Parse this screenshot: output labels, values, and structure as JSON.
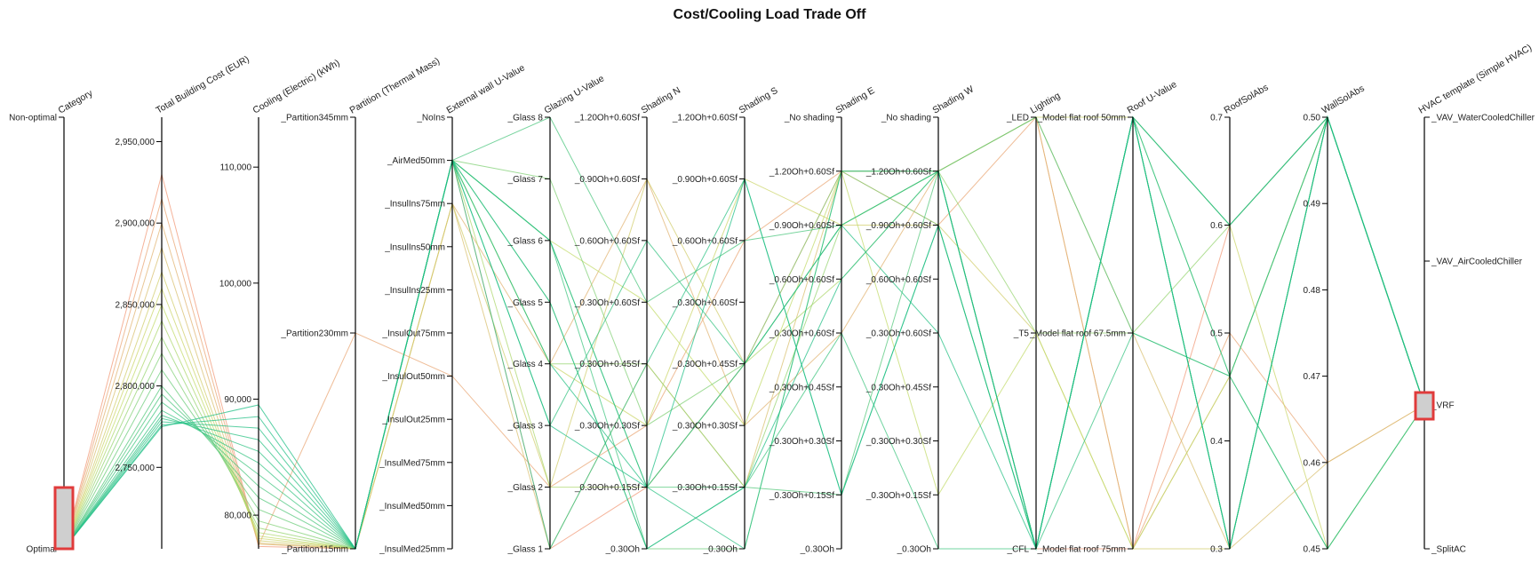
{
  "chart_data": {
    "type": "parallel-coordinates",
    "title": "Cost/Cooling Load Trade Off",
    "axes": [
      {
        "label": "Category",
        "kind": "categorical",
        "ticks": [
          "Non-optimal",
          "Optimal"
        ],
        "ticks_top_first": true
      },
      {
        "label": "Total Building Cost (EUR)",
        "kind": "numeric",
        "ylim": [
          2700000,
          2965000
        ],
        "ticks": [
          2750000,
          2800000,
          2850000,
          2900000,
          2950000
        ],
        "tick_labels": [
          "2,750,000",
          "2,800,000",
          "2,850,000",
          "2,900,000",
          "2,950,000"
        ]
      },
      {
        "label": "Cooling (Electric) (kWh)",
        "kind": "numeric",
        "ylim": [
          77100,
          114300
        ],
        "ticks": [
          80000,
          90000,
          100000,
          110000
        ],
        "tick_labels": [
          "80,000",
          "90,000",
          "100,000",
          "110,000"
        ]
      },
      {
        "label": "Partition (Thermal Mass)",
        "kind": "categorical",
        "ticks": [
          "_Partition345mm",
          "_Partition230mm",
          "_Partition115mm"
        ]
      },
      {
        "label": "External wall U-Value",
        "kind": "categorical",
        "ticks": [
          "_NoIns",
          "_AirMed50mm",
          "_InsulIns75mm",
          "_InsulIns50mm",
          "_InsulIns25mm",
          "_InsulOut75mm",
          "_InsulOut50mm",
          "_InsulOut25mm",
          "_InsulMed75mm",
          "_InsulMed50mm",
          "_InsulMed25mm"
        ]
      },
      {
        "label": "Glazing U-Value",
        "kind": "categorical",
        "ticks": [
          "_Glass 8",
          "_Glass 7",
          "_Glass 6",
          "_Glass 5",
          "_Glass 4",
          "_Glass 3",
          "_Glass 2",
          "_Glass 1"
        ]
      },
      {
        "label": "Shading N",
        "kind": "categorical",
        "ticks": [
          "_1.20Oh+0.60Sf",
          "_0.90Oh+0.60Sf",
          "_0.60Oh+0.60Sf",
          "_0.30Oh+0.60Sf",
          "_0.30Oh+0.45Sf",
          "_0.30Oh+0.30Sf",
          "_0.30Oh+0.15Sf",
          "_0.30Oh"
        ]
      },
      {
        "label": "Shading S",
        "kind": "categorical",
        "ticks": [
          "_1.20Oh+0.60Sf",
          "_0.90Oh+0.60Sf",
          "_0.60Oh+0.60Sf",
          "_0.30Oh+0.60Sf",
          "_0.30Oh+0.45Sf",
          "_0.30Oh+0.30Sf",
          "_0.30Oh+0.15Sf",
          "_0.30Oh"
        ]
      },
      {
        "label": "Shading E",
        "kind": "categorical",
        "ticks": [
          "_No shading",
          "_1.20Oh+0.60Sf",
          "_0.90Oh+0.60Sf",
          "_0.60Oh+0.60Sf",
          "_0.30Oh+0.60Sf",
          "_0.30Oh+0.45Sf",
          "_0.30Oh+0.30Sf",
          "_0.30Oh+0.15Sf",
          "_0.30Oh"
        ]
      },
      {
        "label": "Shading W",
        "kind": "categorical",
        "ticks": [
          "_No shading",
          "_1.20Oh+0.60Sf",
          "_0.90Oh+0.60Sf",
          "_0.60Oh+0.60Sf",
          "_0.30Oh+0.60Sf",
          "_0.30Oh+0.45Sf",
          "_0.30Oh+0.30Sf",
          "_0.30Oh+0.15Sf",
          "_0.30Oh"
        ]
      },
      {
        "label": "Lighting",
        "kind": "categorical",
        "ticks": [
          "_LED",
          "_T5",
          "_CFL"
        ]
      },
      {
        "label": "Roof U-Value",
        "kind": "categorical",
        "ticks": [
          "_Model flat roof 50mm",
          "_Model flat roof 67.5mm",
          "_Model flat roof 75mm"
        ]
      },
      {
        "label": "RoofSolAbs",
        "kind": "numeric",
        "ylim": [
          0.3,
          0.7
        ],
        "top_value": 0.7,
        "ticks": [
          0.3,
          0.4,
          0.5,
          0.6,
          0.7
        ],
        "tick_labels": [
          "0.3",
          "0.4",
          "0.5",
          "0.6",
          "0.7"
        ]
      },
      {
        "label": "WallSolAbs",
        "kind": "numeric",
        "ylim": [
          0.45,
          0.5
        ],
        "ticks": [
          0.45,
          0.46,
          0.47,
          0.48,
          0.49,
          0.5
        ],
        "tick_labels": [
          "0.45",
          "0.46",
          "0.47",
          "0.48",
          "0.49",
          "0.50"
        ]
      },
      {
        "label": "HVAC template (Simple HVAC)",
        "kind": "categorical",
        "ticks": [
          "_VAV_WaterCooledChiller",
          "_VAV_AirCooledChiller",
          "_VRF",
          "_SplitAC"
        ]
      }
    ],
    "brushes": [
      {
        "axis": "Category",
        "range": [
          "Optimal",
          "Optimal"
        ]
      },
      {
        "axis": "HVAC template (Simple HVAC)",
        "range": [
          "_VRF",
          "_VRF"
        ]
      }
    ],
    "color_scale": {
      "low": "#1fbf85",
      "mid": "#c8dc6a",
      "high": "#f29a78",
      "by": "Total Building Cost (EUR)"
    },
    "lines": [
      [
        "Optimal",
        2930000,
        77300,
        "_Partition115mm",
        "_AirMed50mm",
        "_Glass 1",
        "_0.30Oh+0.15Sf",
        "_0.30Oh+0.45Sf",
        "_1.20Oh+0.60Sf",
        "_1.20Oh+0.60Sf",
        "_CFL",
        "_Model flat roof 75mm",
        0.6,
        0.5,
        "_VRF"
      ],
      [
        "Optimal",
        2915000,
        77400,
        "_Partition230mm",
        "_InsulOut50mm",
        "_Glass 2",
        "_0.30Oh+0.30Sf",
        "_0.60Oh+0.60Sf",
        "_1.20Oh+0.60Sf",
        "_0.90Oh+0.60Sf",
        "_LED",
        "_Model flat roof 75mm",
        0.5,
        0.46,
        "_VRF"
      ],
      [
        "Optimal",
        2900000,
        77500,
        "_Partition115mm",
        "_InsulIns75mm",
        "_Glass 4",
        "_0.90Oh+0.60Sf",
        "_0.30Oh+0.30Sf",
        "_0.30Oh+0.60Sf",
        "_1.20Oh+0.60Sf",
        "_LED",
        "_Model flat roof 75mm",
        0.46,
        0.5,
        "_VRF"
      ],
      [
        "Optimal",
        2885000,
        77600,
        "_Partition115mm",
        "_InsulIns75mm",
        "_Glass 1",
        "_0.30Oh+0.45Sf",
        "_0.30Oh+0.15Sf",
        "_1.20Oh+0.60Sf",
        "_1.20Oh+0.60Sf",
        "_LED",
        "_Model flat roof 67.5mm",
        0.3,
        0.46,
        "_VRF"
      ],
      [
        "Optimal",
        2870000,
        77800,
        "_Partition115mm",
        "_InsulIns75mm",
        "_Glass 2",
        "_0.90Oh+0.60Sf",
        "_0.30Oh+0.45Sf",
        "_0.90Oh+0.60Sf",
        "_0.90Oh+0.60Sf",
        "_T5",
        "_Model flat roof 75mm",
        0.3,
        0.5,
        "_VRF"
      ],
      [
        "Optimal",
        2860000,
        78000,
        "_Partition115mm",
        "_AirMed50mm",
        "_Glass 4",
        "_0.30Oh+0.30Sf",
        "_0.90Oh+0.60Sf",
        "_0.90Oh+0.60Sf",
        "_1.20Oh+0.60Sf",
        "_LED",
        "_Model flat roof 50mm",
        0.6,
        0.45,
        "_VRF"
      ],
      [
        "Optimal",
        2850000,
        78200,
        "_Partition115mm",
        "_AirMed50mm",
        "_Glass 6",
        "_0.30Oh+0.60Sf",
        "_0.30Oh+0.30Sf",
        "_1.20Oh+0.60Sf",
        "_0.30Oh+0.15Sf",
        "_T5",
        "_Model flat roof 75mm",
        0.46,
        0.5,
        "_VRF"
      ],
      [
        "Optimal",
        2840000,
        78500,
        "_Partition115mm",
        "_AirMed50mm",
        "_Glass 2",
        "_0.30Oh+0.15Sf",
        "_0.30Oh+0.45Sf",
        "_0.60Oh+0.60Sf",
        "_1.20Oh+0.60Sf",
        "_CFL",
        "_Model flat roof 50mm",
        0.3,
        0.5,
        "_VRF"
      ],
      [
        "Optimal",
        2830000,
        78900,
        "_Partition115mm",
        "_AirMed50mm",
        "_Glass 4",
        "_0.30Oh+0.45Sf",
        "_0.30Oh+0.15Sf",
        "_0.90Oh+0.60Sf",
        "_1.20Oh+0.60Sf",
        "_T5",
        "_Model flat roof 67.5mm",
        0.6,
        0.5,
        "_VRF"
      ],
      [
        "Optimal",
        2820000,
        79500,
        "_Partition115mm",
        "_AirMed50mm",
        "_Glass 7",
        "_0.30Oh+0.30Sf",
        "_0.30Oh+0.45Sf",
        "_1.20Oh+0.60Sf",
        "_0.90Oh+0.60Sf",
        "_CFL",
        "_Model flat roof 50mm",
        0.46,
        0.45,
        "_VRF"
      ],
      [
        "Optimal",
        2810000,
        80500,
        "_Partition115mm",
        "_AirMed50mm",
        "_Glass 5",
        "_0.30Oh",
        "_0.30Oh",
        "_1.20Oh+0.60Sf",
        "_1.20Oh+0.60Sf",
        "_CFL",
        "_Model flat roof 50mm",
        0.3,
        0.5,
        "_VRF"
      ],
      [
        "Optimal",
        2800000,
        81500,
        "_Partition115mm",
        "_AirMed50mm",
        "_Glass 6",
        "_0.30Oh+0.15Sf",
        "_0.30Oh+0.15Sf",
        "_0.30Oh+0.15Sf",
        "_1.20Oh+0.60Sf",
        "_LED",
        "_Model flat roof 67.5mm",
        0.46,
        0.5,
        "_VRF"
      ],
      [
        "Optimal",
        2795000,
        82500,
        "_Partition115mm",
        "_AirMed50mm",
        "_Glass 8",
        "_0.30Oh+0.60Sf",
        "_0.60Oh+0.60Sf",
        "_0.90Oh+0.60Sf",
        "_1.20Oh+0.60Sf",
        "_CFL",
        "_Model flat roof 50mm",
        0.6,
        0.5,
        "_VRF"
      ],
      [
        "Optimal",
        2790000,
        83500,
        "_Partition115mm",
        "_AirMed50mm",
        "_Glass 6",
        "_0.30Oh",
        "_0.30Oh+0.15Sf",
        "_0.30Oh+0.60Sf",
        "_0.30Oh",
        "_CFL",
        "_Model flat roof 50mm",
        0.3,
        0.5,
        "_VRF"
      ],
      [
        "Optimal",
        2785000,
        84500,
        "_Partition115mm",
        "_AirMed50mm",
        "_Glass 3",
        "_0.60Oh+0.60Sf",
        "_0.30Oh+0.45Sf",
        "_0.90Oh+0.60Sf",
        "_1.20Oh+0.60Sf",
        "_CFL",
        "_Model flat roof 67.5mm",
        0.46,
        0.5,
        "_VRF"
      ],
      [
        "Optimal",
        2782000,
        85500,
        "_Partition115mm",
        "_AirMed50mm",
        "_Glass 1",
        "_0.30Oh+0.45Sf",
        "_0.90Oh+0.60Sf",
        "_0.30Oh+0.15Sf",
        "_0.90Oh+0.60Sf",
        "_CFL",
        "_Model flat roof 50mm",
        0.3,
        0.5,
        "_VRF"
      ],
      [
        "Optimal",
        2780000,
        86500,
        "_Partition115mm",
        "_AirMed50mm",
        "_Glass 6",
        "_0.30Oh+0.15Sf",
        "_0.30Oh",
        "_1.20Oh+0.60Sf",
        "_1.20Oh+0.60Sf",
        "_CFL",
        "_Model flat roof 50mm",
        0.46,
        0.45,
        "_VRF"
      ],
      [
        "Optimal",
        2778000,
        87500,
        "_Partition115mm",
        "_AirMed50mm",
        "_Glass 4",
        "_0.30Oh+0.15Sf",
        "_0.30Oh+0.45Sf",
        "_0.90Oh+0.60Sf",
        "_0.30Oh+0.60Sf",
        "_CFL",
        "_Model flat roof 50mm",
        0.3,
        0.5,
        "_VRF"
      ],
      [
        "Optimal",
        2776000,
        88500,
        "_Partition115mm",
        "_AirMed50mm",
        "_Glass 5",
        "_0.30Oh",
        "_0.30Oh+0.15Sf",
        "_0.60Oh+0.60Sf",
        "_1.20Oh+0.60Sf",
        "_CFL",
        "_Model flat roof 50mm",
        0.6,
        0.5,
        "_VRF"
      ],
      [
        "Optimal",
        2775000,
        89500,
        "_Partition115mm",
        "_AirMed50mm",
        "_Glass 3",
        "_0.30Oh+0.15Sf",
        "_0.90Oh+0.60Sf",
        "_0.30Oh+0.15Sf",
        "_0.90Oh+0.60Sf",
        "_CFL",
        "_Model flat roof 50mm",
        0.3,
        0.5,
        "_VRF"
      ]
    ]
  }
}
